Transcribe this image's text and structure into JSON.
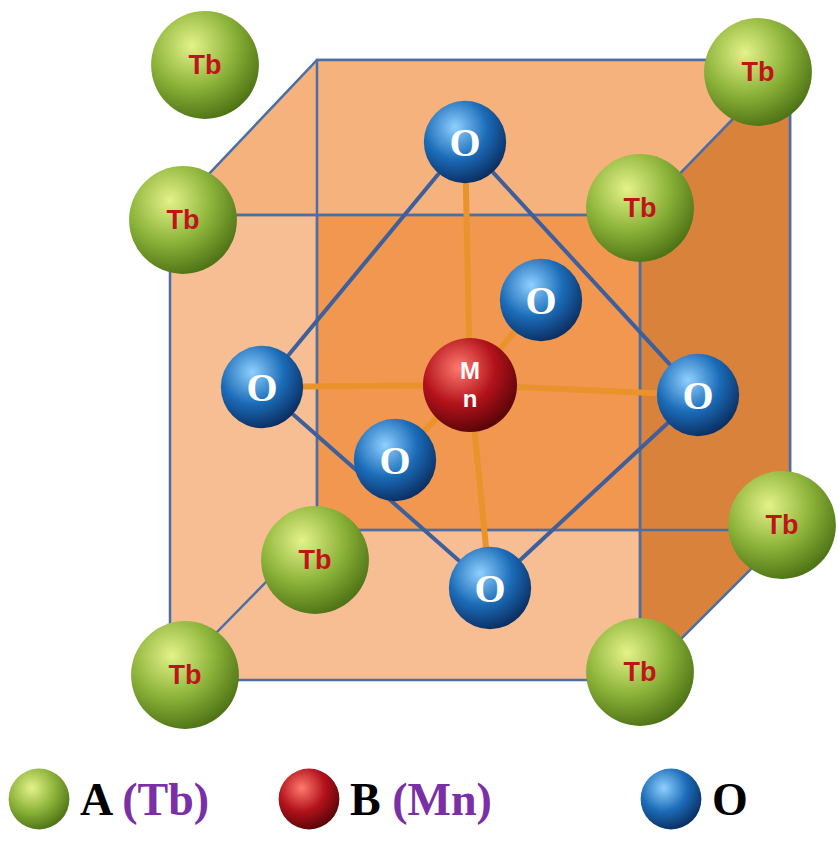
{
  "diagram": {
    "nodes": [
      {
        "text": [
          "Tb"
        ]
      },
      {
        "text": [
          "Tb"
        ]
      },
      {
        "text": [
          "O"
        ]
      },
      {
        "text": [
          "Tb"
        ]
      },
      {
        "text": [
          "Tb"
        ]
      },
      {
        "text": [
          "O"
        ]
      },
      {
        "text": [
          "M n"
        ]
      },
      {
        "text": [
          "O"
        ]
      },
      {
        "text": [
          "O"
        ]
      },
      {
        "text": [
          "O"
        ]
      },
      {
        "text": [
          "Tb"
        ]
      },
      {
        "text": [
          "Tb"
        ]
      },
      {
        "text": [
          "O"
        ]
      },
      {
        "text": [
          "Tb"
        ]
      },
      {
        "text": [
          "Tb"
        ]
      }
    ],
    "edges": [
      {
        "from": 6,
        "to": 2,
        "arrow": "none"
      },
      {
        "from": 6,
        "to": 5,
        "arrow": "none"
      },
      {
        "from": 6,
        "to": 7,
        "arrow": "none"
      },
      {
        "from": 6,
        "to": 8,
        "arrow": "none"
      },
      {
        "from": 6,
        "to": 9,
        "arrow": "none"
      },
      {
        "from": 6,
        "to": 12,
        "arrow": "none"
      },
      {
        "from": 2,
        "to": 7,
        "arrow": "none"
      },
      {
        "from": 2,
        "to": 8,
        "arrow": "none"
      },
      {
        "from": 7,
        "to": 12,
        "arrow": "none"
      },
      {
        "from": 8,
        "to": 12,
        "arrow": "none"
      }
    ],
    "legend": [
      {
        "text": "A (Tb)",
        "color": "#8db43a"
      },
      {
        "text": "B (Mn)",
        "color": "#b3121b"
      },
      {
        "text": "O",
        "color": "#1b6cb8"
      }
    ]
  }
}
